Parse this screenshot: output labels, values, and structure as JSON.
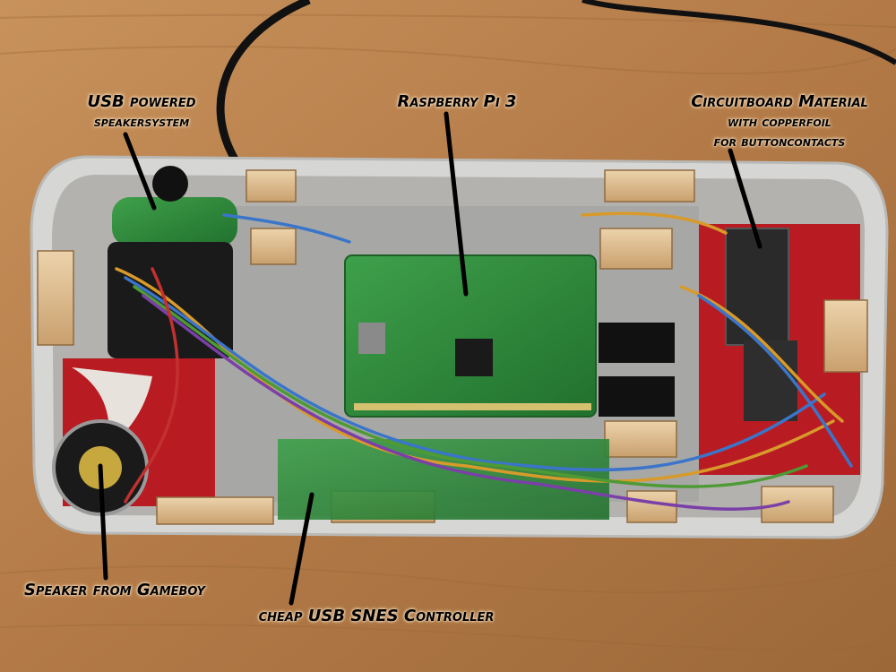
{
  "annotations": {
    "usb_speaker": {
      "line1": "USB powered",
      "line2": "speakersystem"
    },
    "raspberry_pi": {
      "line1": "Raspberry Pi 3"
    },
    "circuitboard": {
      "line1": "Circuitboard Material",
      "line2": "with copperfoil",
      "line3": "for buttoncontacts"
    },
    "gameboy_speaker": {
      "line1": "Speaker from Gameboy"
    },
    "snes_controller": {
      "line1": "cheap USB SNES Controller"
    }
  },
  "colors": {
    "table_wood": "#b98250",
    "shell_white": "#d8d8d6",
    "inner_red": "#b81c22",
    "pcb_green": "#2f8a3a",
    "wood_block": "#dcb98c"
  }
}
